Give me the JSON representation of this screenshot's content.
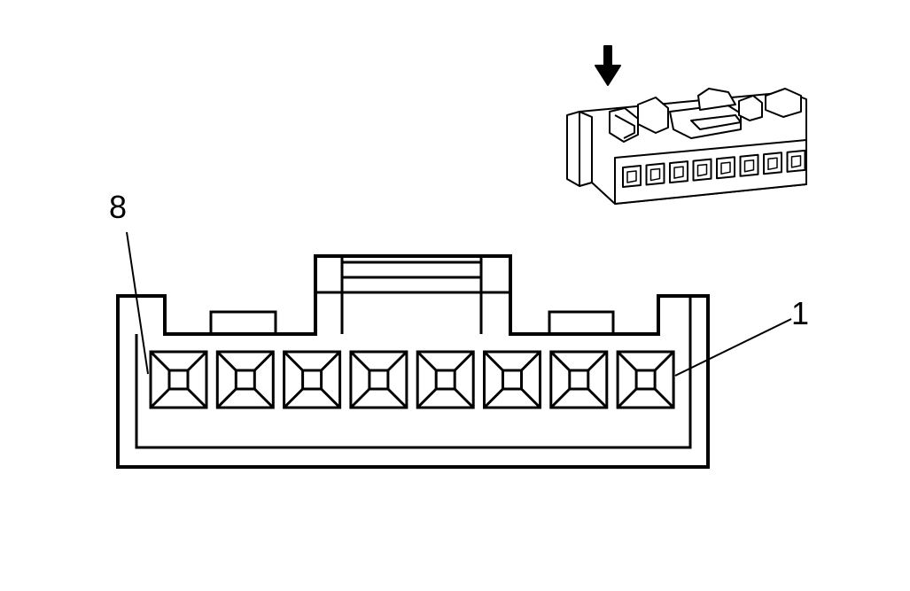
{
  "diagram": {
    "pin_count": 8,
    "label_left": "8",
    "label_right": "1",
    "pins_numbered_from": "right",
    "insert_arrow": "down-arrow-icon",
    "colors": {
      "stroke": "#000000",
      "fill": "#ffffff"
    }
  }
}
